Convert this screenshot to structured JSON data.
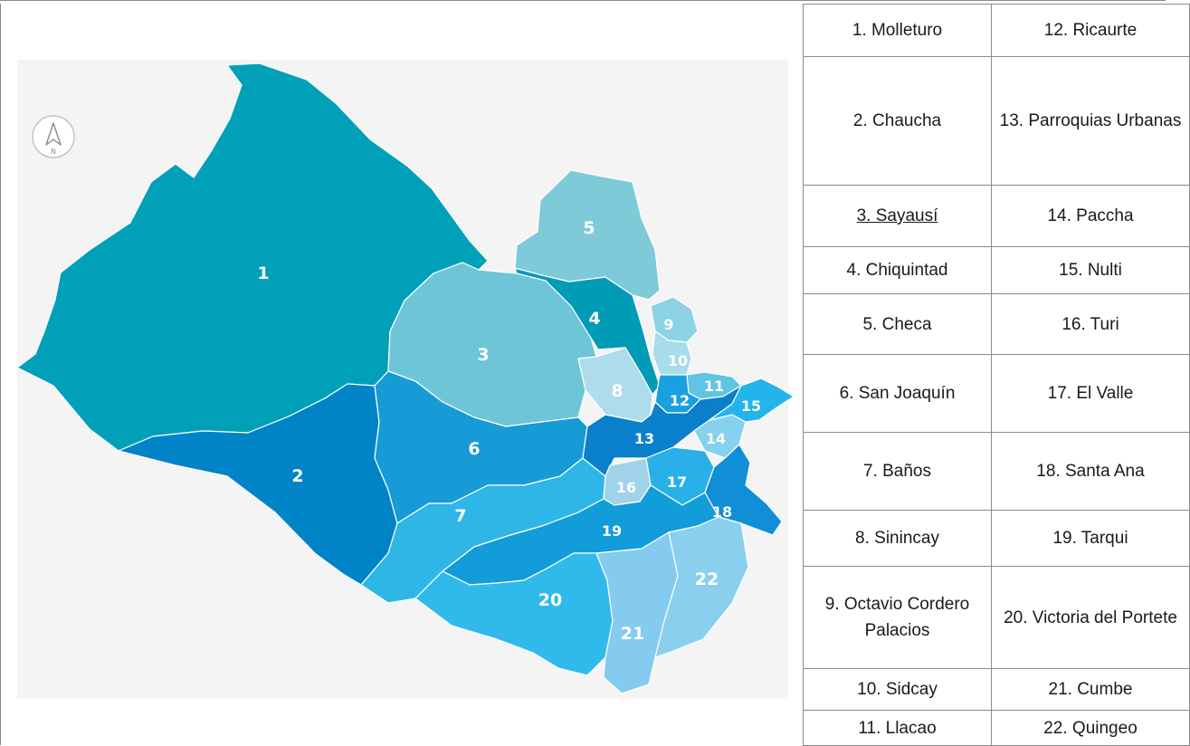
{
  "compass": {
    "label": "N"
  },
  "regions": [
    {
      "id": "1",
      "color": "#00a1b8"
    },
    {
      "id": "2",
      "color": "#0084c7"
    },
    {
      "id": "3",
      "color": "#6ec5d7"
    },
    {
      "id": "4",
      "color": "#009bb7"
    },
    {
      "id": "5",
      "color": "#7ecad9"
    },
    {
      "id": "6",
      "color": "#169bd6"
    },
    {
      "id": "7",
      "color": "#2eb6e7"
    },
    {
      "id": "8",
      "color": "#aedcea"
    },
    {
      "id": "9",
      "color": "#8ed2e5"
    },
    {
      "id": "10",
      "color": "#a7dced"
    },
    {
      "id": "11",
      "color": "#62c4e5"
    },
    {
      "id": "12",
      "color": "#1aa0e0"
    },
    {
      "id": "13",
      "color": "#0a7fcb"
    },
    {
      "id": "14",
      "color": "#86d0f0"
    },
    {
      "id": "15",
      "color": "#23b4ec"
    },
    {
      "id": "16",
      "color": "#a0d3ea"
    },
    {
      "id": "17",
      "color": "#29b0e8"
    },
    {
      "id": "18",
      "color": "#108ed8"
    },
    {
      "id": "19",
      "color": "#129cd9"
    },
    {
      "id": "20",
      "color": "#30baeb"
    },
    {
      "id": "21",
      "color": "#85cbef"
    },
    {
      "id": "22",
      "color": "#8bcfef"
    }
  ],
  "legend": {
    "rows": [
      [
        "1. Molleturo",
        "12. Ricaurte"
      ],
      [
        "2. Chaucha",
        "13. Parroquias Urbanas"
      ],
      [
        "3. Sayausí",
        "14. Paccha"
      ],
      [
        "4. Chiquintad",
        "15. Nulti"
      ],
      [
        "5. Checa",
        "16. Turi"
      ],
      [
        "6. San Joaquín",
        "17. El Valle"
      ],
      [
        "7. Baños",
        "18. Santa Ana"
      ],
      [
        "8. Sinincay",
        "19. Tarqui"
      ],
      [
        "9. Octavio Cordero Palacios",
        "20. Victoria del Portete"
      ],
      [
        "10. Sidcay",
        "21. Cumbe"
      ],
      [
        "11. Llacao",
        "22. Quingeo"
      ]
    ]
  }
}
